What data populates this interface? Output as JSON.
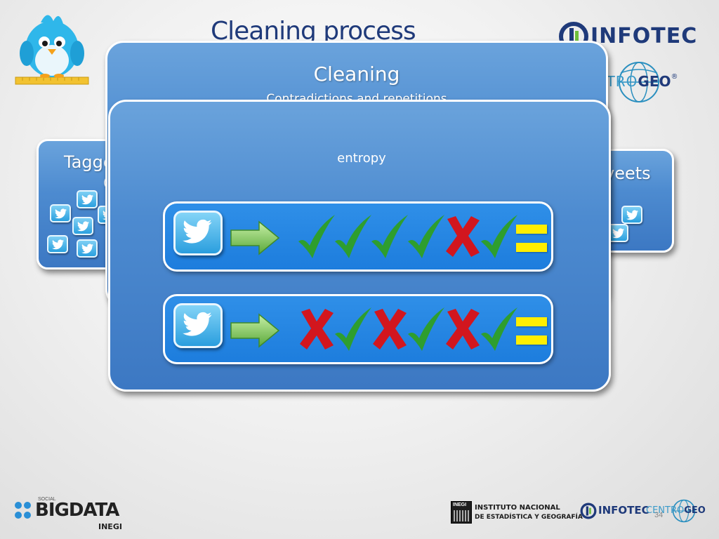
{
  "slide": {
    "title": "Cleaning process",
    "page_number": "34"
  },
  "left_panel": {
    "title": "Tagge",
    "subtitle": "("
  },
  "right_panel": {
    "title": "veets"
  },
  "cleaning_panel": {
    "title": "Cleaning",
    "subtitle": "Contradictions and repetitions"
  },
  "entropy_panel": {
    "label": "entropy",
    "rows": [
      {
        "sequence": [
          "check",
          "check",
          "check",
          "check",
          "cross",
          "check"
        ]
      },
      {
        "sequence": [
          "cross",
          "check",
          "cross",
          "check",
          "cross",
          "check"
        ]
      }
    ]
  },
  "logos": {
    "infotec": "INFOTEC",
    "centrogeo_a": "CENTRO",
    "centrogeo_b": "GEO",
    "registered": "®",
    "bigdata_social": "SOCIAL",
    "bigdata_main": "BIGDATA",
    "bigdata_inegi": "INEGI",
    "inegi_tag": "INEGI",
    "inegi_line1": "INSTITUTO NACIONAL",
    "inegi_line2": "DE ESTADÍSTICA Y GEOGRAFÍA",
    "infotec_footer": "INFOTEC",
    "centrogeo_footer_a": "CENTRO",
    "centrogeo_footer_b": "GEO"
  },
  "colors": {
    "title": "#1f3a7a",
    "panel": "#4d8bd0",
    "row": "#1d7ddd",
    "check": "#2e9e2e",
    "cross": "#d2161e",
    "equals": "#ffee00"
  }
}
